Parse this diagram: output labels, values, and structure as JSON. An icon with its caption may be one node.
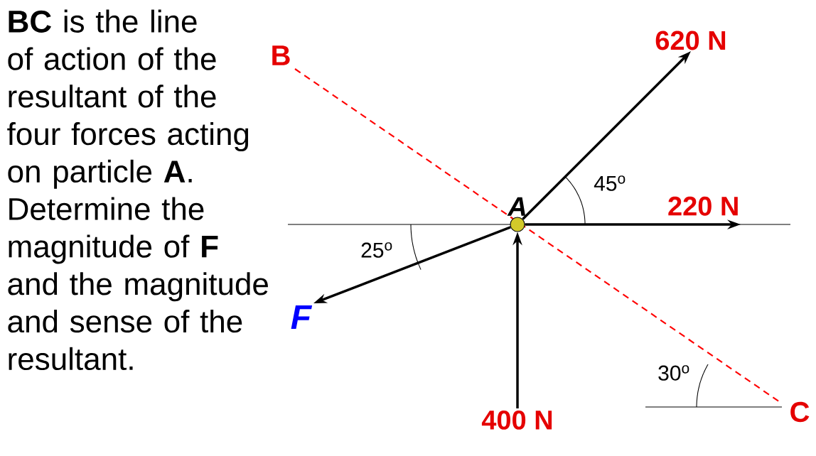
{
  "diagram": {
    "nodes": [
      {
        "text": [
          "A"
        ]
      },
      {
        "text": [
          "620 N"
        ]
      },
      {
        "text": [
          "220 N"
        ]
      },
      {
        "text": [
          "F"
        ]
      },
      {
        "text": [
          "400 N"
        ]
      }
    ],
    "edges": [
      {
        "from": 0,
        "to": 1,
        "arrow": "to"
      },
      {
        "from": 0,
        "to": 2,
        "arrow": "to"
      },
      {
        "from": 0,
        "to": 3,
        "arrow": "to"
      },
      {
        "from": 4,
        "to": 0,
        "arrow": "to"
      }
    ],
    "labels": [
      "**BC** is the line of action of the resultant of the four forces acting on particle **A**. Determine the magnitude of **F** and the magnitude and sense of the resultant.",
      "B",
      "45$^{o}$",
      "25$^{o}$",
      "30$^{o}$",
      "C"
    ]
  }
}
